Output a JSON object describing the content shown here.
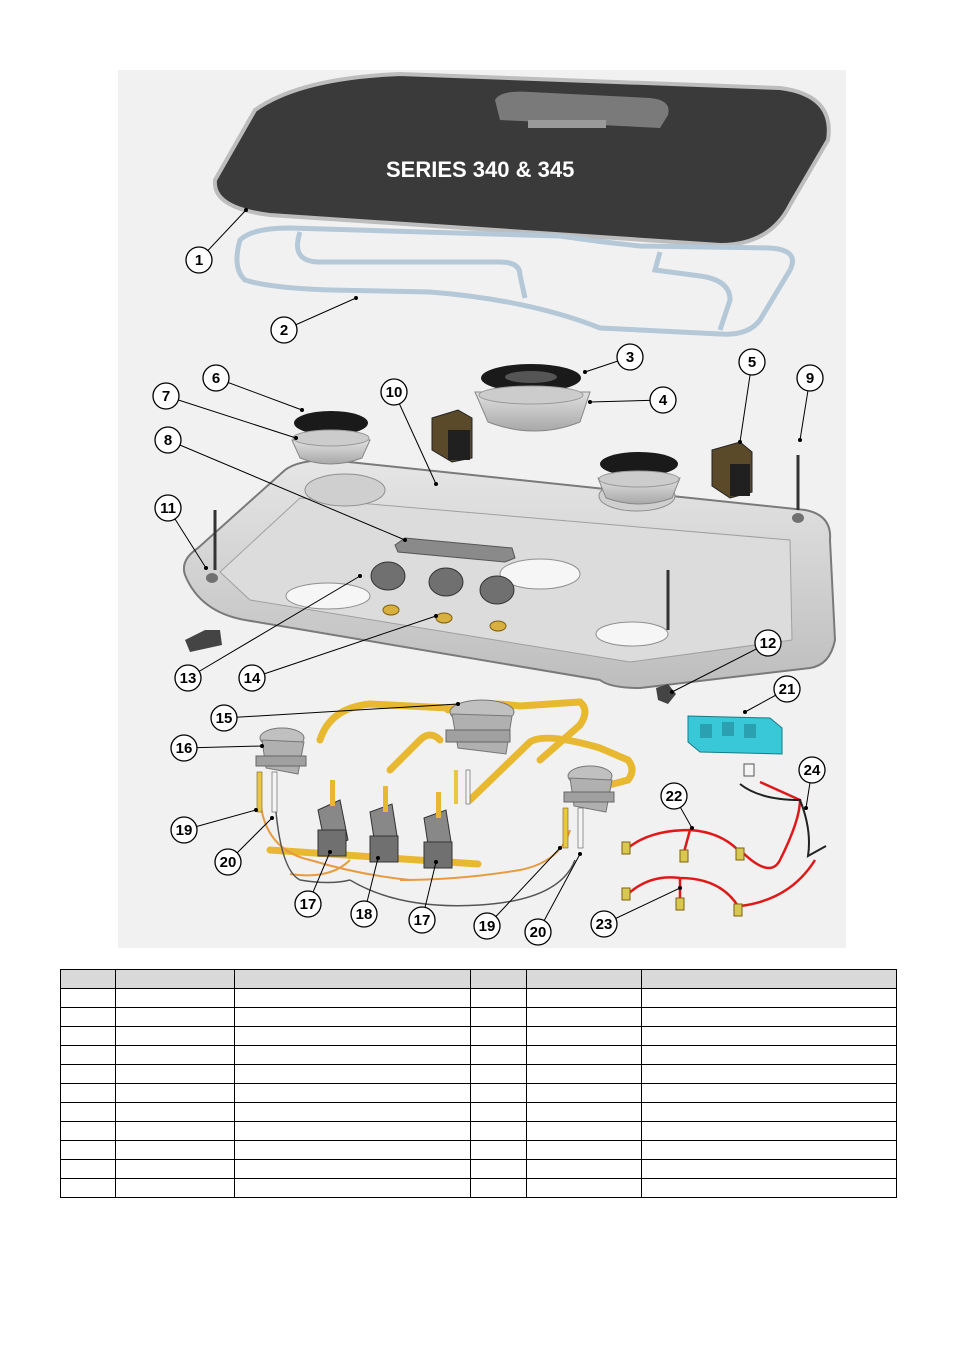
{
  "diagram": {
    "title": "SERIES 340 & 345",
    "callouts": [
      "1",
      "2",
      "3",
      "4",
      "5",
      "6",
      "7",
      "8",
      "9",
      "10",
      "11",
      "12",
      "13",
      "14",
      "15",
      "16",
      "17",
      "17",
      "18",
      "19",
      "19",
      "20",
      "20",
      "21",
      "22",
      "23",
      "24"
    ]
  },
  "table": {
    "columns": 6,
    "rows": 12
  },
  "colors": {
    "lid": "#3a3a3a",
    "tray": "#d6d6d6",
    "gas_pipe": "#e8b830",
    "thermocouple": "#e89a40",
    "ignition_module": "#38c8d8",
    "wiring": "#e01818",
    "header_fill": "#d9d9d9"
  }
}
